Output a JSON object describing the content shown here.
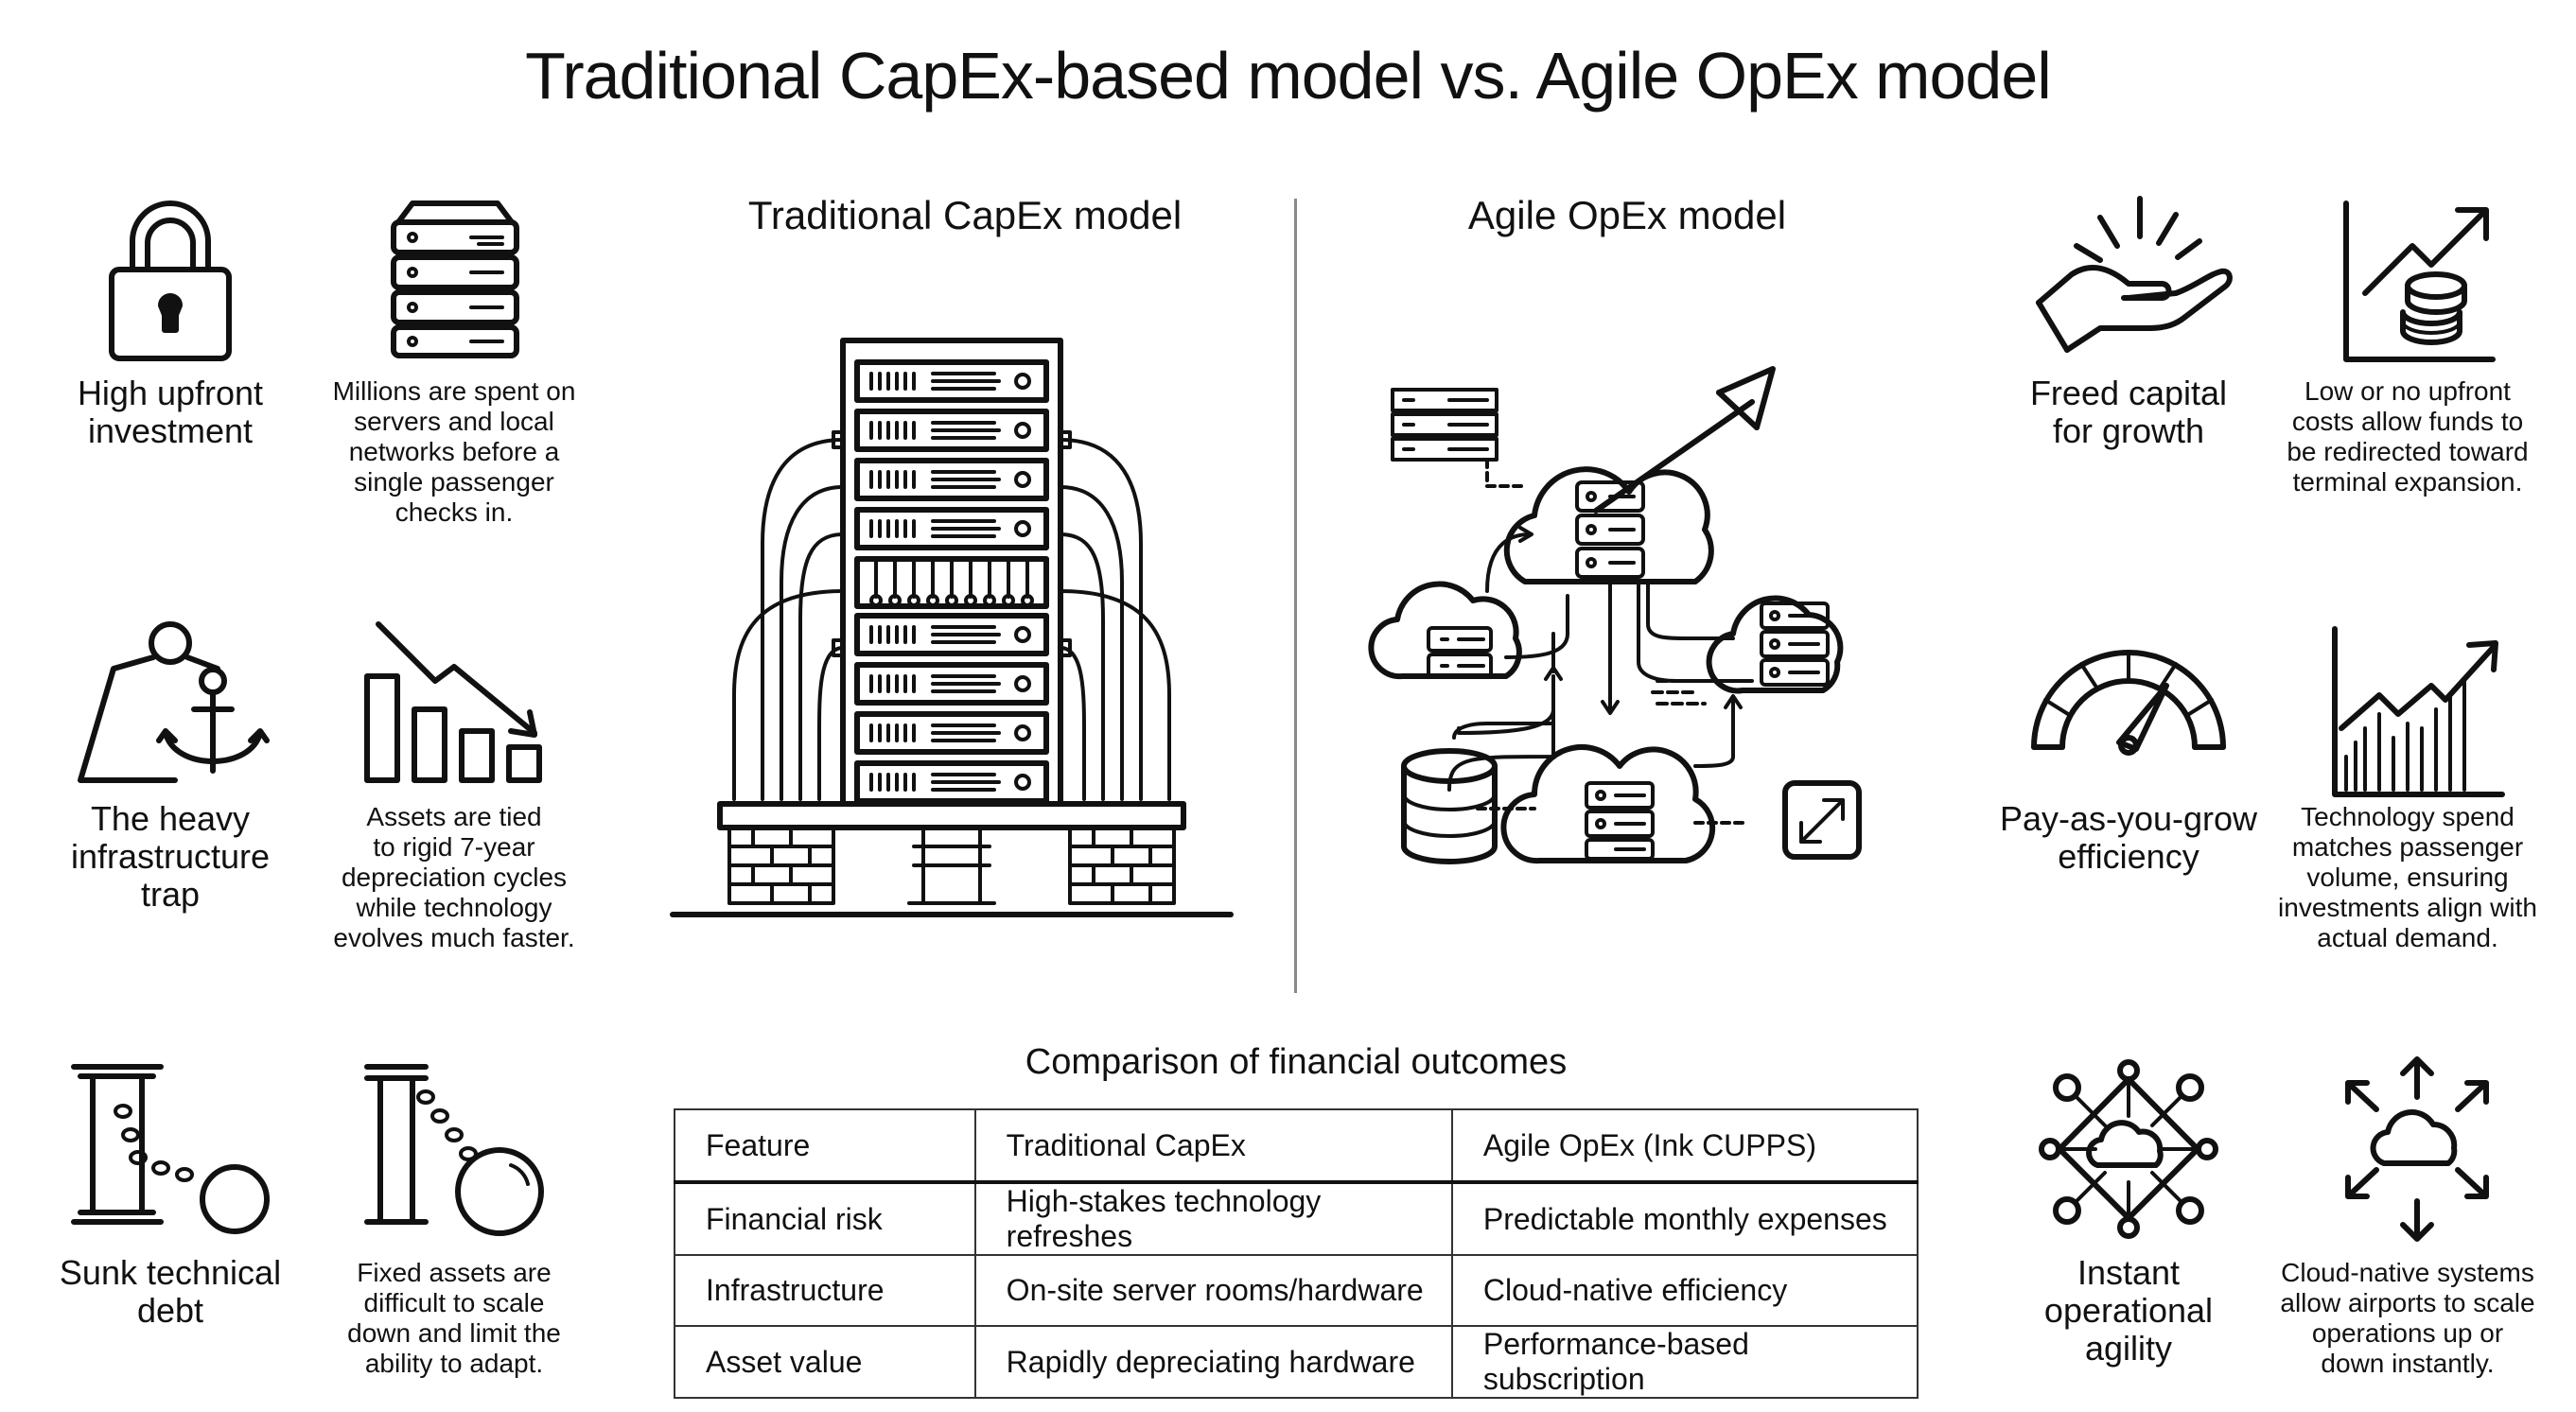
{
  "title": "Traditional CapEx-based model vs. Agile OpEx model",
  "columns": {
    "left_title": "Traditional CapEx model",
    "right_title": "Agile OpEx model"
  },
  "left_items": [
    {
      "label": "High upfront\ninvestment",
      "desc": "Millions are spent on\nservers and local\nnetworks before a\nsingle passenger\nchecks in.",
      "icons": [
        "padlock-icon",
        "server-stack-icon"
      ]
    },
    {
      "label": "The heavy\ninfrastructure\ntrap",
      "desc": "Assets are tied\nto rigid 7-year\ndepreciation cycles\nwhile technology\nevolves much faster.",
      "icons": [
        "weight-anchor-icon",
        "declining-bars-icon"
      ]
    },
    {
      "label": "Sunk technical\ndebt",
      "desc": "Fixed assets are\ndifficult to scale\ndown and limit the\nability to adapt.",
      "icons": [
        "ball-and-chain-pillar-icon",
        "ball-and-chain-column-icon"
      ]
    }
  ],
  "right_items": [
    {
      "label": "Freed capital\nfor growth",
      "desc": "Low or no upfront\ncosts allow funds to\nbe redirected toward\nterminal expansion.",
      "icons": [
        "open-hand-icon",
        "coins-growth-chart-icon"
      ]
    },
    {
      "label": "Pay-as-you-grow\nefficiency",
      "desc": "Technology spend\nmatches passenger\nvolume, ensuring\ninvestments align with\nactual demand.",
      "icons": [
        "gauge-icon",
        "rising-bars-chart-icon"
      ]
    },
    {
      "label": "Instant\noperational\nagility",
      "desc": "Cloud-native systems\nallow airports to scale\noperations up or\ndown instantly.",
      "icons": [
        "cloud-network-icon",
        "cloud-expand-arrows-icon"
      ]
    }
  ],
  "center_illustrations": [
    "server-rack-illustration",
    "cloud-network-illustration"
  ],
  "table": {
    "title": "Comparison of financial outcomes",
    "headers": [
      "Feature",
      "Traditional CapEx",
      "Agile OpEx (Ink CUPPS)"
    ],
    "rows": [
      [
        "Financial risk",
        "High-stakes technology refreshes",
        "Predictable monthly expenses"
      ],
      [
        "Infrastructure",
        "On-site server rooms/hardware",
        "Cloud-native efficiency"
      ],
      [
        "Asset value",
        "Rapidly depreciating hardware",
        "Performance-based subscription"
      ]
    ]
  }
}
